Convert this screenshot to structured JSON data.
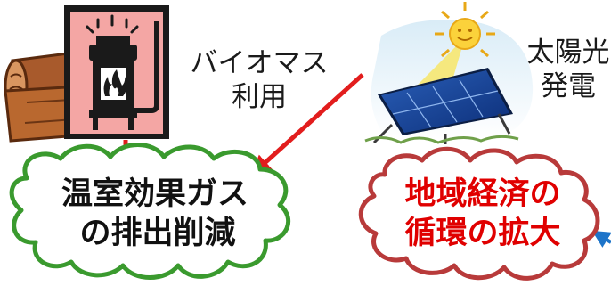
{
  "sources": [
    {
      "label_lines": [
        "バイオマス",
        "利用"
      ],
      "icon": "wood-stove-icon"
    },
    {
      "label_lines": [
        "太陽光",
        "発電"
      ],
      "icon": "solar-panel-icon"
    }
  ],
  "outcomes": [
    {
      "lines": [
        "温室効果ガス",
        "の排出削減"
      ],
      "text_color": "#111111",
      "border_color": "#3a9a2e"
    },
    {
      "lines": [
        "地域経済の",
        "循環の拡大"
      ],
      "text_color": "#e00000",
      "border_color": "#b83a3a"
    }
  ],
  "colors": {
    "arrow": "#e21d1d",
    "arrow_partial": "#1d74c9",
    "stove_bg": "#f4a6a4"
  }
}
